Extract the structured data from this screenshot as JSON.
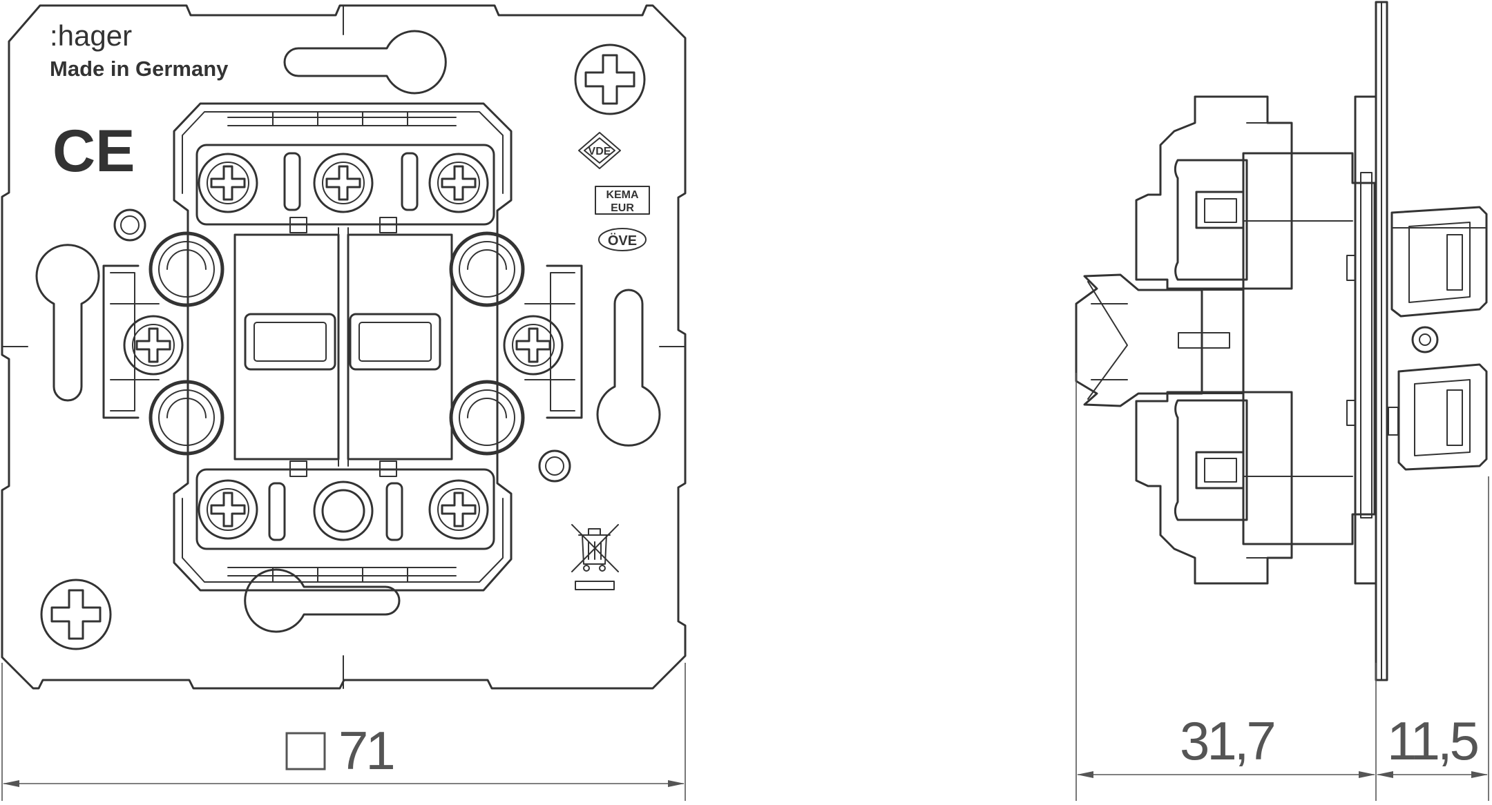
{
  "front_view": {
    "brand": ":hager",
    "origin": "Made in Germany",
    "marks": {
      "ce": "CE",
      "vde": "VDE",
      "kema_top": "KEMA",
      "kema_bottom": "EUR",
      "ove": "ÖVE"
    }
  },
  "dimensions": {
    "front_width": "71",
    "side_depth": "31,7",
    "side_plate": "11,5"
  },
  "colors": {
    "line": "#333333",
    "dimension": "#555555",
    "background": "#ffffff"
  }
}
